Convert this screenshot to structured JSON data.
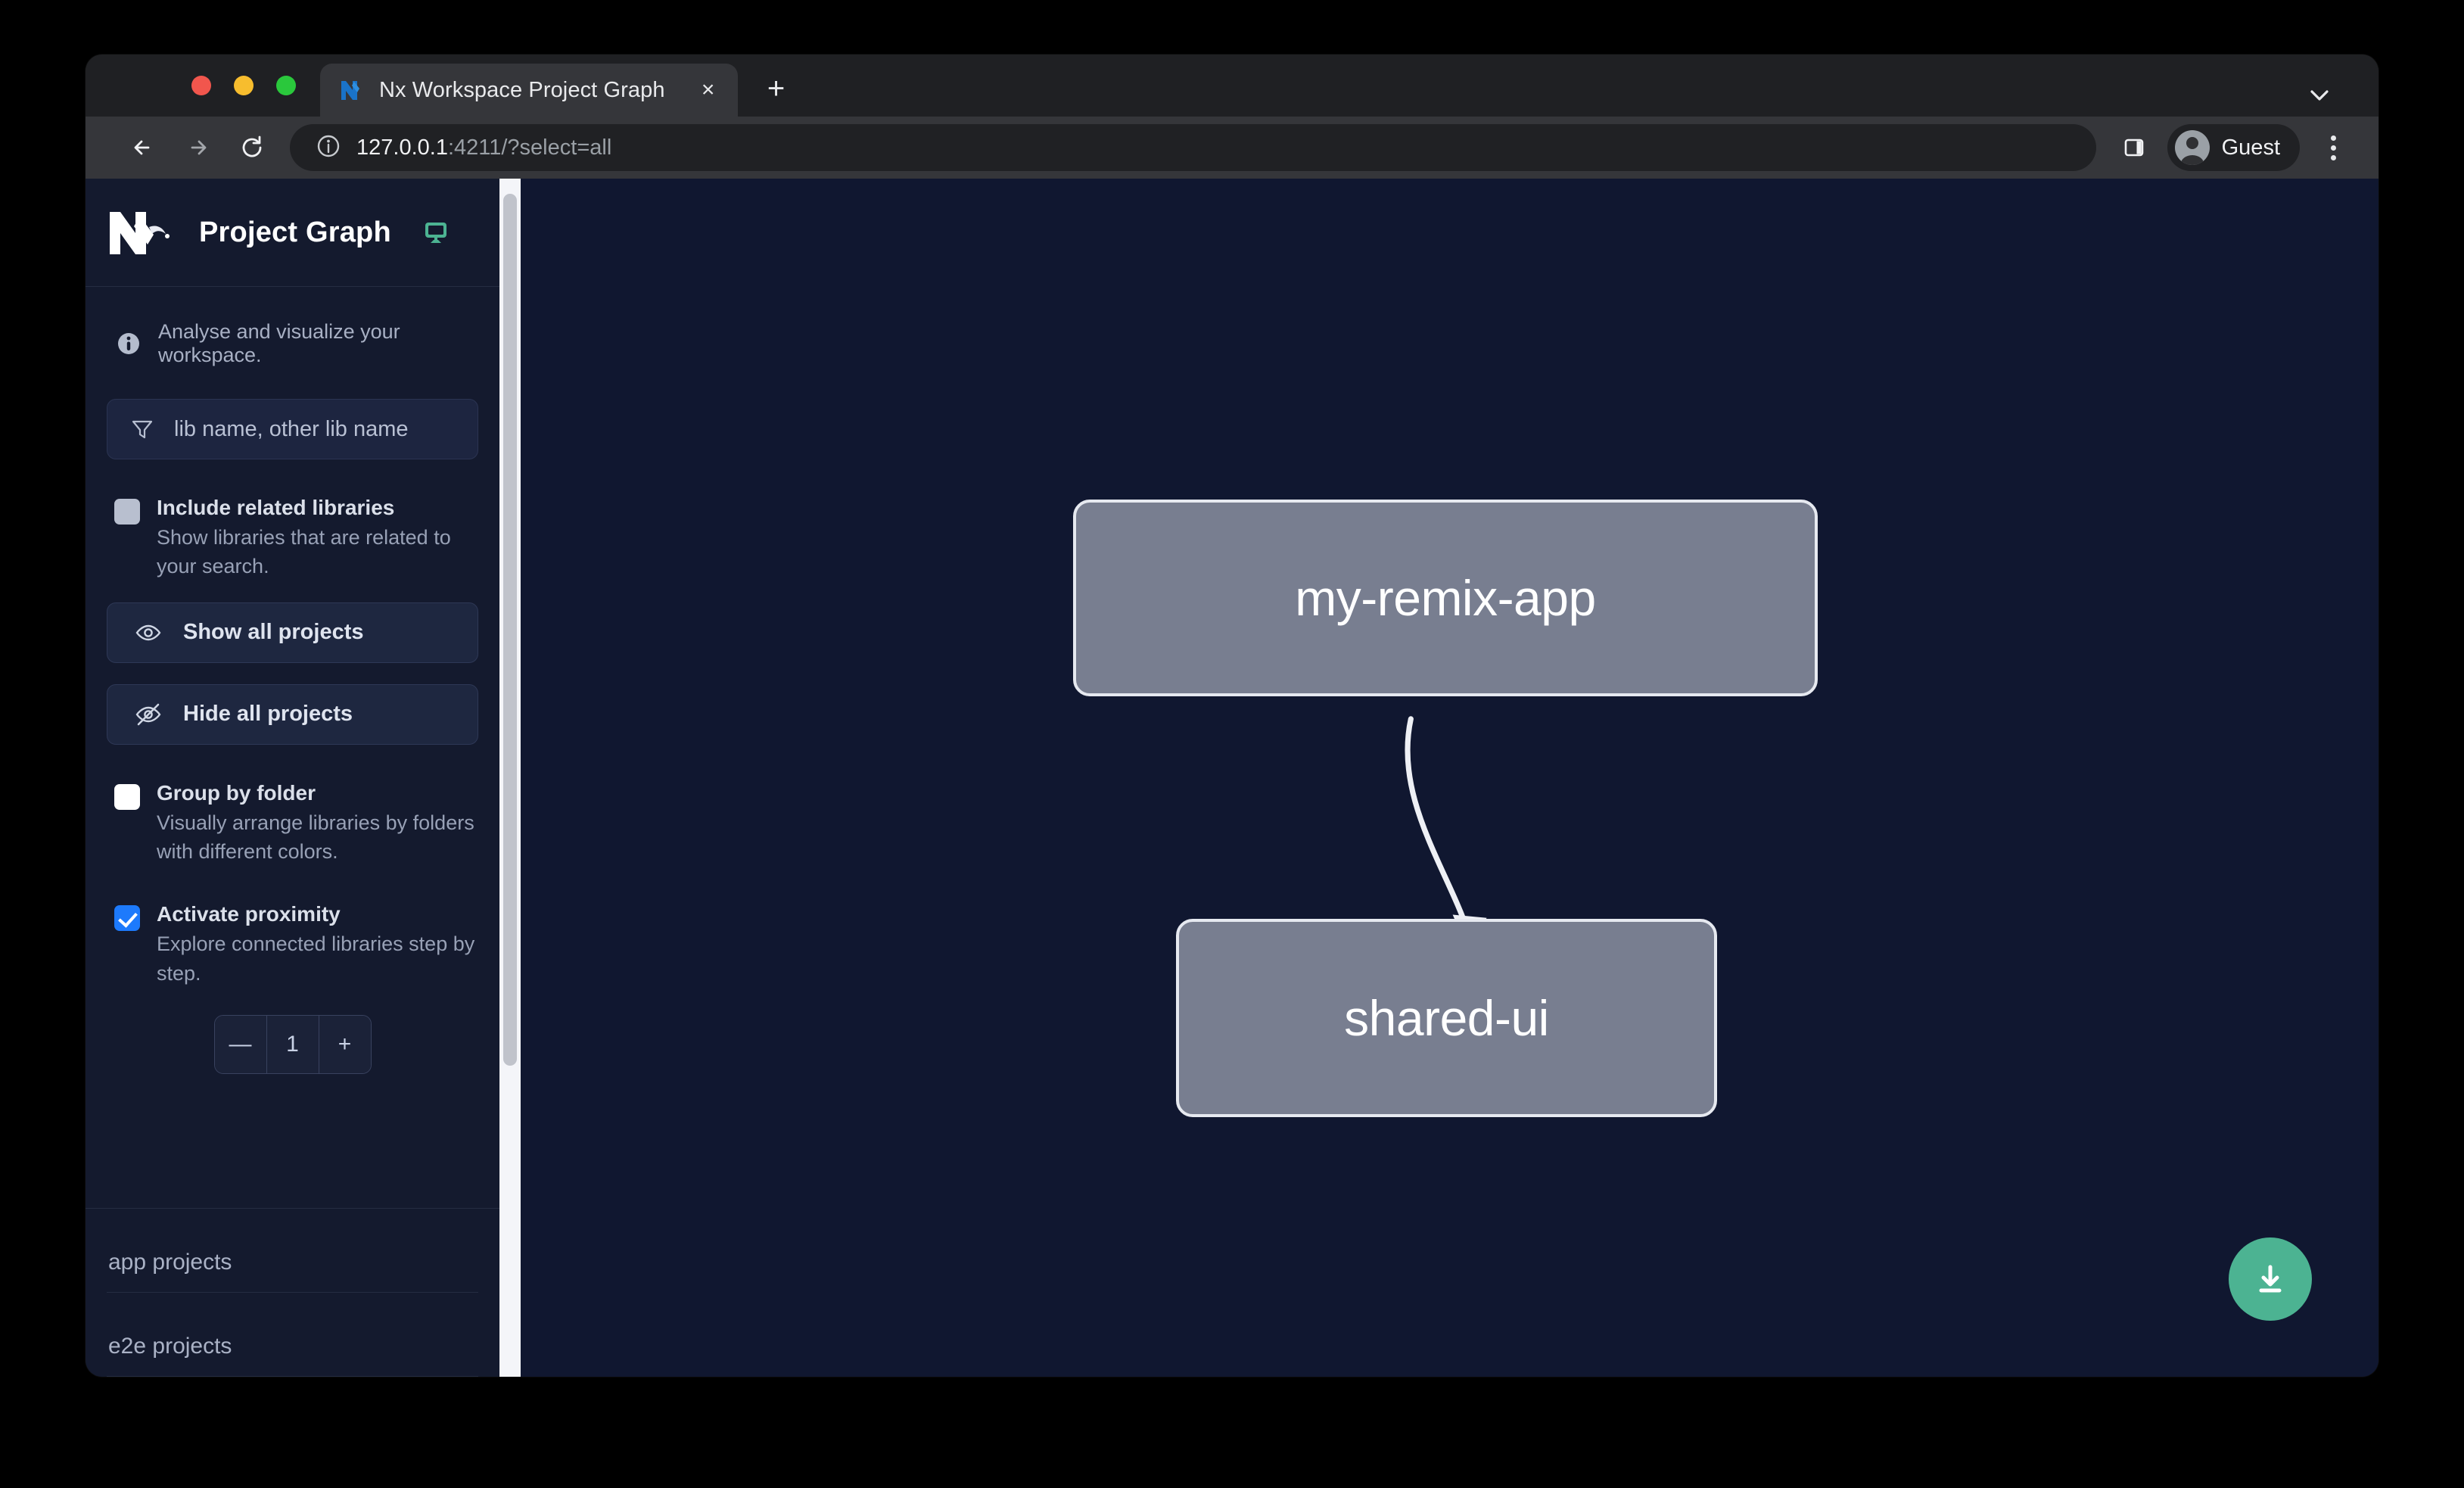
{
  "browser": {
    "tab": {
      "title": "Nx Workspace Project Graph",
      "close_label": "×",
      "favicon_name": "nx-favicon"
    },
    "new_tab_label": "+",
    "omnibox": {
      "url_host": "127.0.0.1",
      "url_rest": ":4211/?select=all"
    },
    "profile_label": "Guest",
    "icons": {
      "back": "back-arrow-icon",
      "forward": "forward-arrow-icon",
      "reload": "reload-icon",
      "site_info": "info-circle-icon",
      "side_panel": "side-panel-icon",
      "menu": "kebab-menu-icon",
      "tab_list": "chevron-down-icon"
    }
  },
  "sidebar": {
    "app_title": "Project Graph",
    "logo_name": "nx-logo",
    "monitor_icon_name": "monitor-icon",
    "hint": "Analyse and visualize your workspace.",
    "filter": {
      "placeholder": "lib name, other lib name",
      "value": ""
    },
    "options": [
      {
        "label": "Include related libraries",
        "description": "Show libraries that are related to your search.",
        "checked": false,
        "style": "grey"
      },
      {
        "label": "Group by folder",
        "description": "Visually arrange libraries by folders with different colors.",
        "checked": false,
        "style": "white"
      },
      {
        "label": "Activate proximity",
        "description": "Explore connected libraries step by step.",
        "checked": true,
        "style": "checked"
      }
    ],
    "buttons": [
      {
        "label": "Show all projects",
        "icon": "eye-icon"
      },
      {
        "label": "Hide all projects",
        "icon": "eye-off-icon"
      }
    ],
    "stepper": {
      "decrement_label": "—",
      "value": "1",
      "increment_label": "+"
    },
    "project_groups": [
      {
        "title": "app projects"
      },
      {
        "title": "e2e projects"
      }
    ]
  },
  "graph": {
    "nodes": [
      {
        "id": "my-remix-app",
        "label": "my-remix-app"
      },
      {
        "id": "shared-ui",
        "label": "shared-ui"
      }
    ],
    "edges": [
      {
        "from": "my-remix-app",
        "to": "shared-ui"
      }
    ],
    "download_button": {
      "icon": "download-icon",
      "color": "#4cb392"
    }
  },
  "colors": {
    "accent_green": "#4cb392",
    "checkbox_blue": "#1d7afc",
    "node_fill": "#787e90",
    "node_border": "#e6e9f0",
    "canvas_bg": "#101730",
    "sidebar_bg": "#141a2e"
  }
}
